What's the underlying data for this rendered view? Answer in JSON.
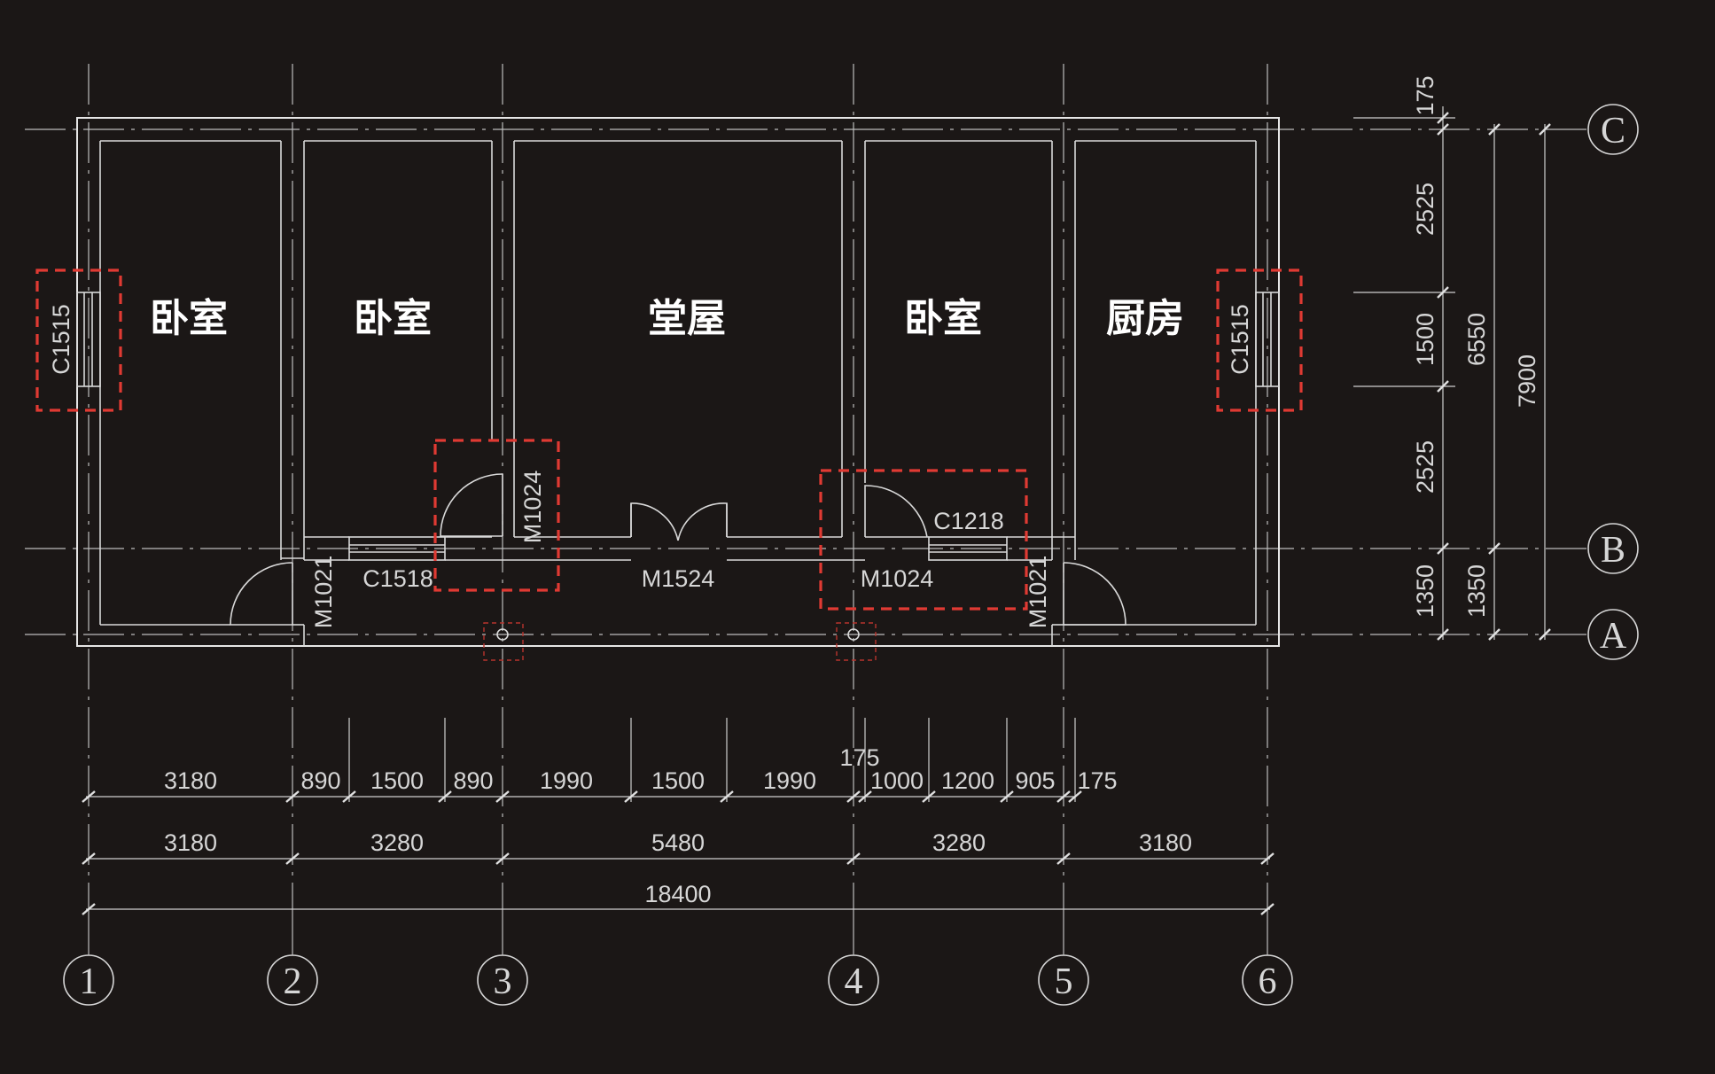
{
  "rooms": {
    "r1": "卧室",
    "r2": "卧室",
    "r3": "堂屋",
    "r4": "卧室",
    "r5": "厨房"
  },
  "openings": {
    "c1515_left": "C1515",
    "c1515_right": "C1515",
    "m1024_left": "M1024",
    "m1024_right": "M1024",
    "c1218": "C1218",
    "c1518": "C1518",
    "m1524": "M1524",
    "m1021_left": "M1021",
    "m1021_right": "M1021"
  },
  "axes_vertical": [
    "1",
    "2",
    "3",
    "4",
    "5",
    "6"
  ],
  "axes_horizontal": [
    "C",
    "B",
    "A"
  ],
  "dims_row1": [
    "3180",
    "890",
    "1500",
    "890",
    "1990",
    "1500",
    "1990",
    "175",
    "1000",
    "1200",
    "905",
    "175"
  ],
  "dims_row2": [
    "3180",
    "3280",
    "5480",
    "3280",
    "3180"
  ],
  "dims_total": "18400",
  "dims_right_inner": [
    "175",
    "2525",
    "1500",
    "2525",
    "1350"
  ],
  "dims_right_mid": [
    "6550",
    "1350"
  ],
  "dims_right_outer": "7900",
  "colors": {
    "background": "#1b1716",
    "lines": "#d9d9d9",
    "highlight": "#e03a33"
  }
}
